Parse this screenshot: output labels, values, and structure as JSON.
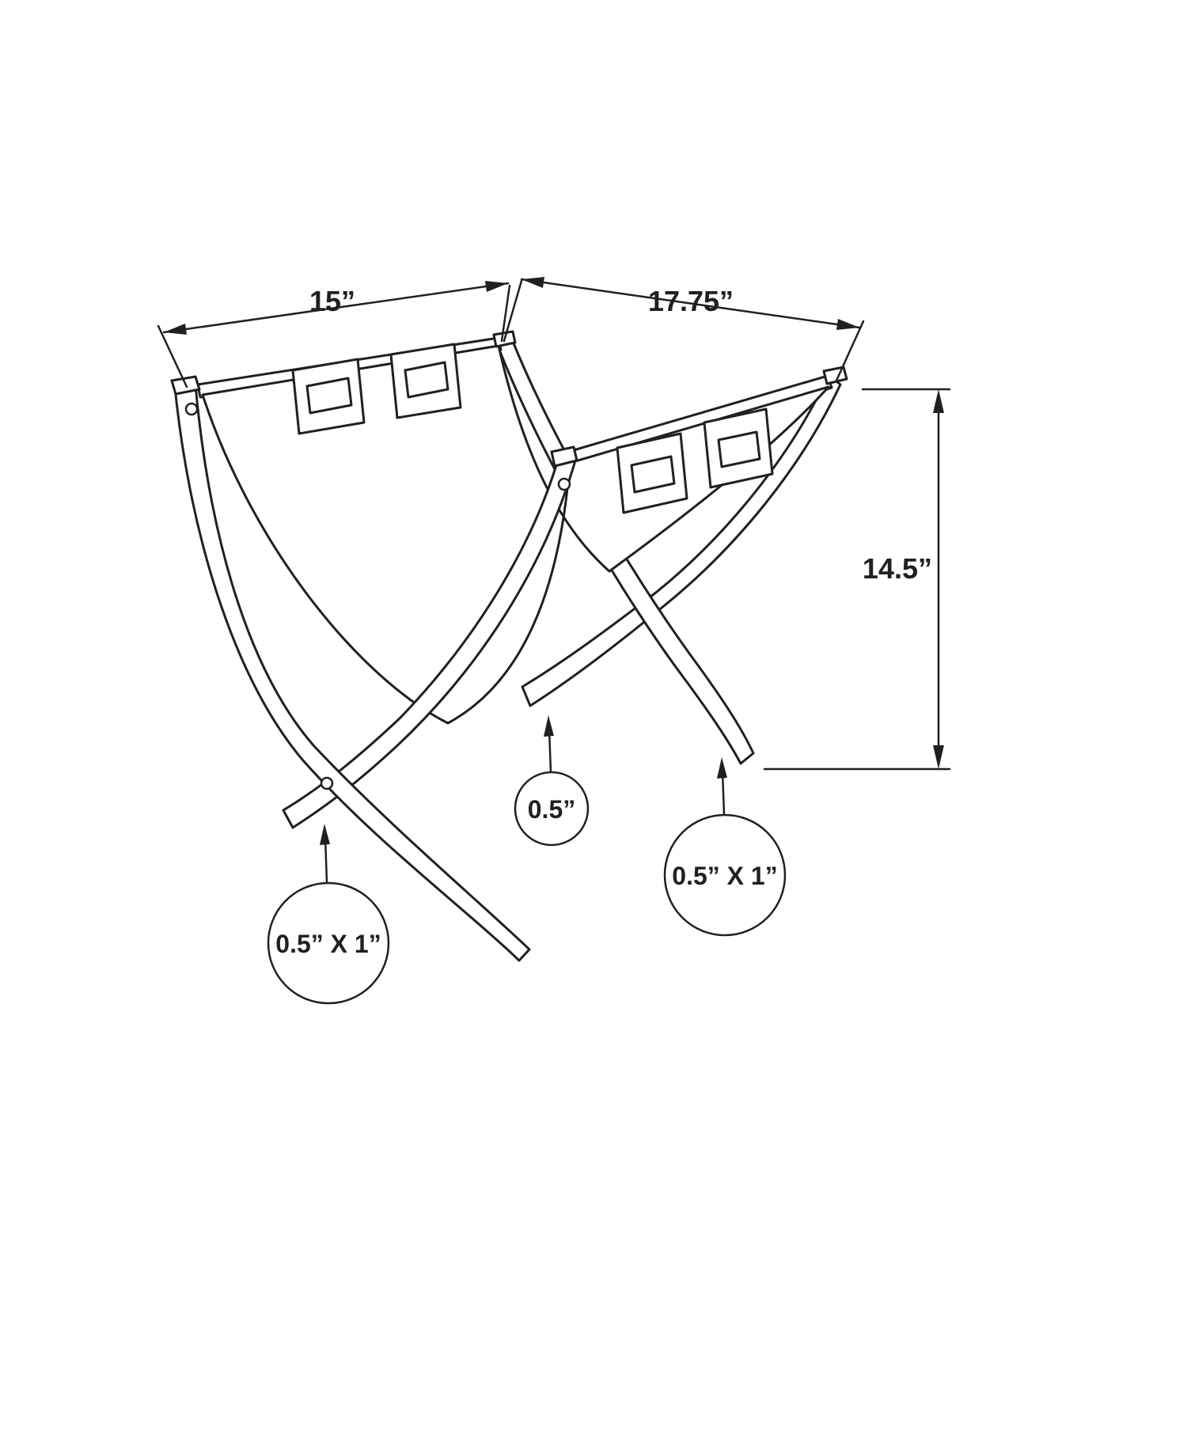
{
  "diagram": {
    "subject": "magazine-rack-dimension-drawing",
    "dimensions": {
      "width": "15”",
      "depth": "17.75”",
      "height": "14.5”"
    },
    "callouts": {
      "stretcher": "0.5”",
      "front_leg": "0.5” X 1”",
      "rear_leg": "0.5” X 1”"
    },
    "colors": {
      "line": "#231f20",
      "background": "#ffffff"
    }
  }
}
